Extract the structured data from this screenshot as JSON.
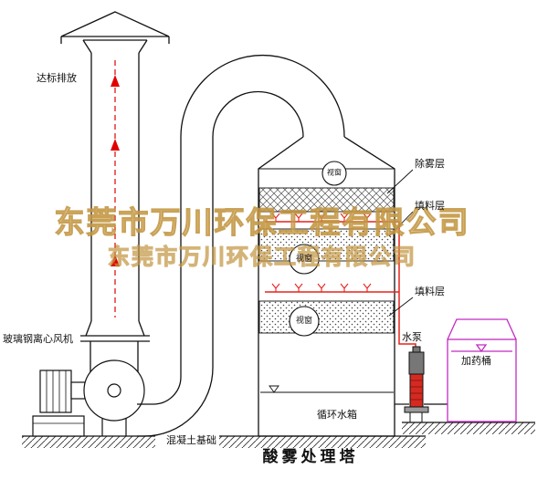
{
  "diagram": {
    "title": "酸雾处理塔",
    "labels": {
      "discharge": "达标排放",
      "fan": "玻璃钢离心风机",
      "foundation": "混凝土基础",
      "demister_layer": "除雾层",
      "packing_layer_upper": "填料层",
      "packing_layer_lower": "填料层",
      "water_pump": "水泵",
      "dosing_tank": "加药桶",
      "circulating_tank": "循环水箱",
      "viewport_top": "视窗",
      "viewport_middle": "视窗",
      "viewport_bottom": "视窗"
    },
    "watermark": {
      "line1": "东莞市万川环保工程有限公司",
      "line2": "东莞市万川环保工程有限公司"
    },
    "colors": {
      "line": "#111111",
      "flow_arrow_red": "#e00000",
      "spray_pipe_red": "#e8221c",
      "pump_body_red": "#d42a22",
      "tank_magenta": "#c22ac2",
      "watermark_gold": "#c19440",
      "background": "#ffffff"
    }
  }
}
